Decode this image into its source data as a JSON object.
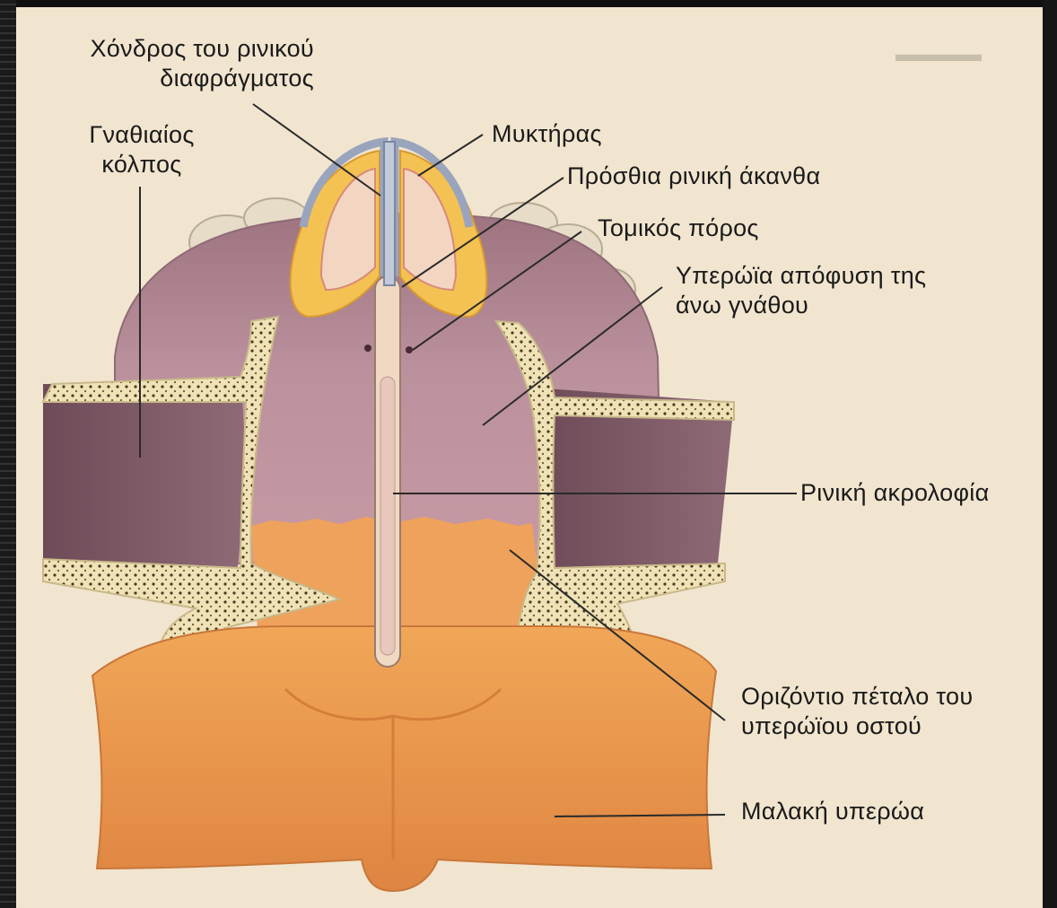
{
  "labels": {
    "septal_cartilage": [
      "Χόνδρος του ρινικού",
      "διαφράγματος"
    ],
    "maxillary_sinus": [
      "Γναθιαίος",
      "κόλπος"
    ],
    "nostril": [
      "Μυκτήρας"
    ],
    "anterior_nasal_spine": [
      "Πρόσθια ρινική άκανθα"
    ],
    "incisive_canal": [
      "Τομικός πόρος"
    ],
    "palatine_process": [
      "Υπερώϊα απόφυση της",
      "άνω γνάθου"
    ],
    "nasal_crest": [
      "Ρινική ακρολοφία"
    ],
    "horizontal_plate": [
      "Οριζόντιο πέταλο του",
      "υπερώϊου οστού"
    ],
    "soft_palate": [
      "Μαλακή υπερώα"
    ]
  },
  "colors": {
    "page": "#f1e5cf",
    "hard_palate": "#b98f9b",
    "sinus": "#7d5866",
    "bone": "#f0e3b8",
    "soft_palate": "#e99a4f",
    "nasal_cartilage": "#9aa4bd",
    "alar_fat": "#f4c153"
  }
}
